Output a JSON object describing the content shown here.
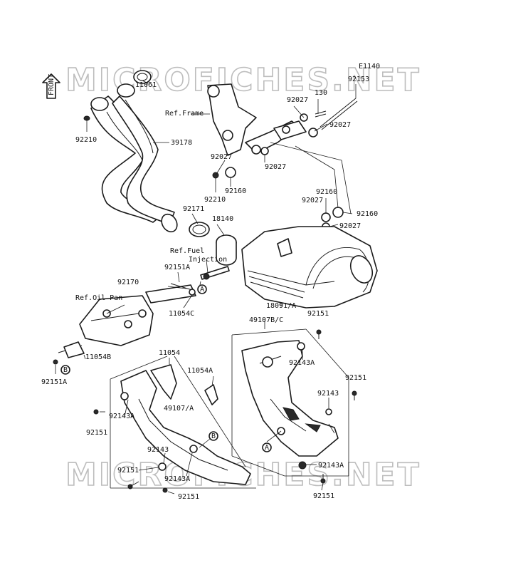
{
  "watermark": {
    "text": "MICROFICHES.NET"
  },
  "front_arrow": {
    "label": "FRONT"
  },
  "diagram_code": "E1140",
  "reference_labels": {
    "ref_frame": "Ref.Frame",
    "ref_fuel_injection_1": "Ref.Fuel",
    "ref_fuel_injection_2": "Injection",
    "ref_oil_pan": "Ref.Oil Pan"
  },
  "circle_markers": {
    "a": "A",
    "b": "B"
  },
  "part_numbers": {
    "p92153": "92153",
    "p130": "130",
    "p92027_a": "92027",
    "p92027_b": "92027",
    "p92027_c": "92027",
    "p92027_d": "92027",
    "p92027_e": "92027",
    "p92027_f": "92027",
    "p11061": "11061",
    "p92210_a": "92210",
    "p39178": "39178",
    "p92210_b": "92210",
    "p92160_a": "92160",
    "p92160_b": "92160",
    "p92160_c": "92160",
    "p92171": "92171",
    "p18140": "18140",
    "p92170": "92170",
    "p92151A_a": "92151A",
    "p11054C": "11054C",
    "p18091A": "18091/A",
    "p49107BC": "49107B/C",
    "p92151_a": "92151",
    "p11054B": "11054B",
    "p92151A_b": "92151A",
    "p11054": "11054",
    "p92143A_a": "92143A",
    "p11054A": "11054A",
    "p92151_b": "92151",
    "p92143_a": "92143",
    "p49107A": "49107/A",
    "p92143A_b": "92143A",
    "p92151_c": "92151",
    "p92143_b": "92143",
    "p92151_d": "92151",
    "p92143A_c": "92143A",
    "p92143A_d": "92143A",
    "p92151_e": "92151",
    "p92151_f": "92151"
  }
}
